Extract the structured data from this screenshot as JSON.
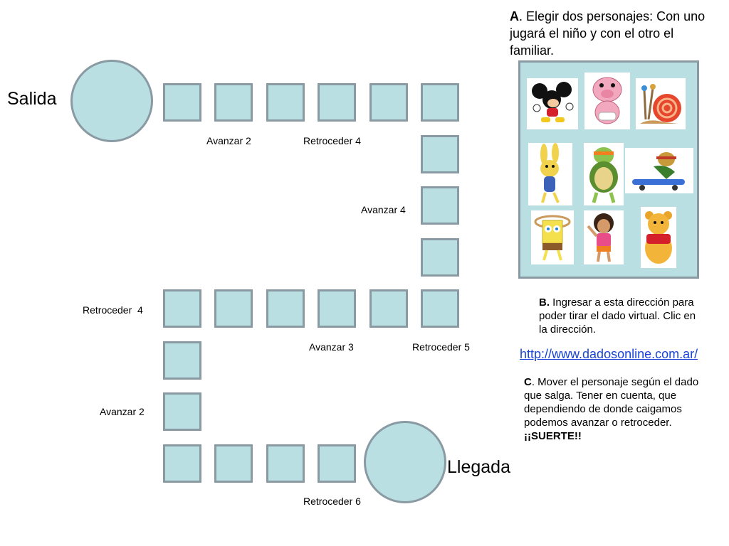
{
  "board": {
    "start_label": "Salida",
    "finish_label": "Llegada",
    "cell_labels": {
      "avanzar_2_top": "Avanzar 2",
      "retroceder_4_top": "Retroceder 4",
      "avanzar_4": "Avanzar 4",
      "retroceder_4_left": "Retroceder  4",
      "avanzar_3": "Avanzar 3",
      "retroceder_5": "Retroceder 5",
      "avanzar_2_left": "Avanzar 2",
      "retroceder_6": "Retroceder 6"
    },
    "colors": {
      "cell_fill": "#b9dfe2",
      "cell_border": "#8a9aa3"
    }
  },
  "instructions": {
    "a_letter": "A",
    "a_text": ". Elegir dos personajes: Con uno jugará el niño y con el otro el familiar.",
    "b_letter": "B.",
    "b_text": " Ingresar a esta dirección para poder tirar el dado virtual. Clic en la dirección.",
    "link": "http://www.dadosonline.com.ar/",
    "c_letter": "C",
    "c_text": ". Mover el personaje según el dado que salga. Tener en cuenta, que dependiendo de donde caigamos podemos avanzar o retroceder.",
    "good_luck": "¡¡SUERTE!!"
  },
  "characters": [
    "mouse-character",
    "pig-character",
    "snail-character",
    "rabbit-character",
    "turtle-character",
    "skateboarder-character",
    "sponge-character",
    "girl-character",
    "bear-character"
  ]
}
